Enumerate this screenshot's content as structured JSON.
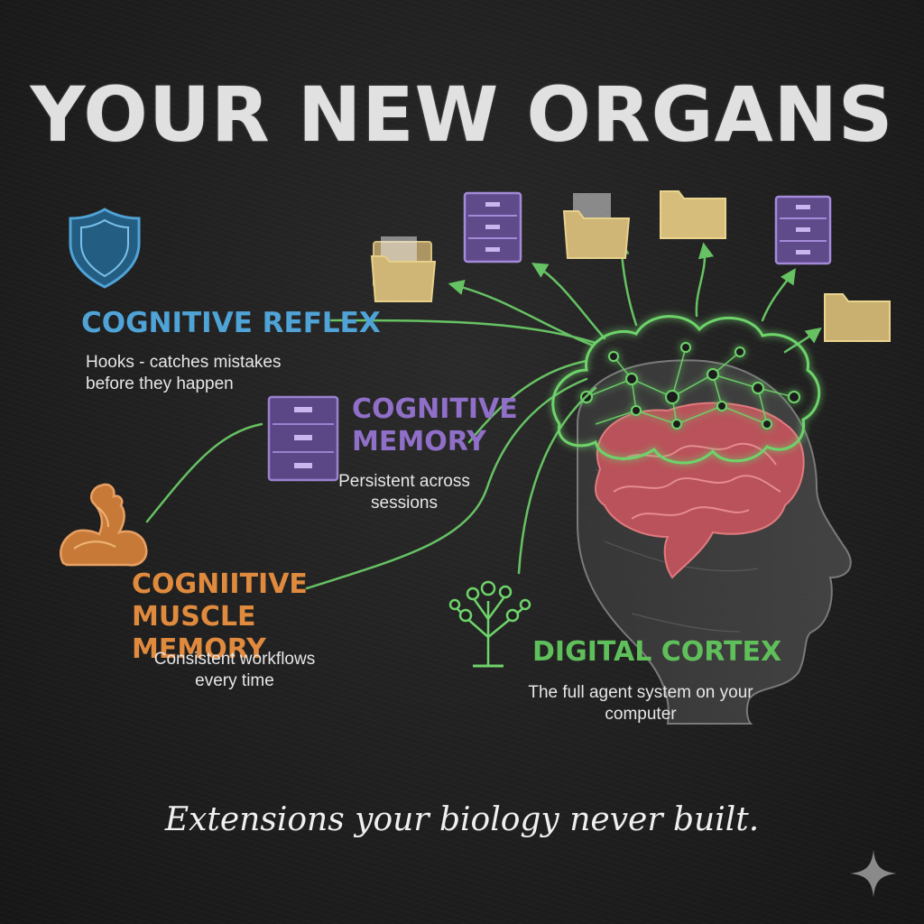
{
  "title": "YOUR NEW ORGANS",
  "tagline": "Extensions your biology never built.",
  "organs": {
    "reflex": {
      "heading": "COGNITIVE REFLEX",
      "description": "Hooks - catches mistakes before they happen",
      "icon": "shield-icon",
      "color": "#4fa3d6"
    },
    "memory": {
      "heading": "COGNITIVE MEMORY",
      "description": "Persistent across sessions",
      "icon": "filing-cabinet-icon",
      "color": "#8f6fc7"
    },
    "muscle": {
      "heading": "COGNIITIVE MUSCLE MEMORY",
      "description": "Consistent workflows every time",
      "icon": "flexed-arm-icon",
      "color": "#e08a3e"
    },
    "cortex": {
      "heading": "DIGITAL CORTEX",
      "description": "The full agent system on your computer",
      "icon": "tree-network-icon",
      "color": "#5fbf5a"
    }
  },
  "colors": {
    "background": "#1f1f1f",
    "chalk_white": "#ededed",
    "network_green": "#6ed36a",
    "brain_red": "#c9575b",
    "folder_yellow": "#d9c07a",
    "cabinet_purple": "#8f6fc7"
  }
}
